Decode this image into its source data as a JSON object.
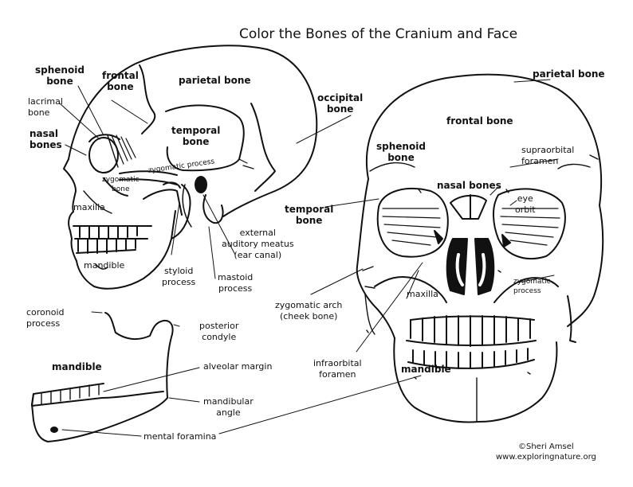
{
  "title": "Color the Bones of the Cranium and Face",
  "credit": {
    "author": "©Sheri Amsel",
    "site": "www.exploringnature.org"
  },
  "side_labels": {
    "sphenoid": [
      "sphenoid",
      "bone"
    ],
    "frontal": [
      "frontal",
      "bone"
    ],
    "parietal": "parietal bone",
    "occipital": [
      "occipital",
      "bone"
    ],
    "lacrimal": [
      "lacrimal",
      "bone"
    ],
    "nasal": [
      "nasal",
      "bones"
    ],
    "temporal": [
      "temporal",
      "bone"
    ],
    "zygomatic_process": "zygomatic process",
    "zygomatic_bone": [
      "zygomatic",
      "bone"
    ],
    "maxilla": "maxilla",
    "mandible": "mandible",
    "styloid": [
      "styloid",
      "process"
    ],
    "mastoid": [
      "mastoid",
      "process"
    ],
    "auditory": [
      "external",
      "auditory meatus",
      "(ear canal)"
    ]
  },
  "mandible_labels": {
    "coronoid": [
      "coronoid",
      "process"
    ],
    "condyle": [
      "posterior",
      "condyle"
    ],
    "mandible": "mandible",
    "alveolar": "alveolar margin",
    "angle": [
      "mandibular",
      "angle"
    ],
    "foramina": "mental foramina"
  },
  "front_labels": {
    "parietal": "parietal bone",
    "frontal": "frontal bone",
    "sphenoid": [
      "sphenoid",
      "bone"
    ],
    "supraorbital": [
      "supraorbital",
      "foramen"
    ],
    "nasal": "nasal bones",
    "eye_orbit": [
      "eye",
      "orbit"
    ],
    "temporal": [
      "temporal",
      "bone"
    ],
    "zygomatic_process": [
      "zygomatic",
      "process"
    ],
    "maxilla": "maxilla",
    "zygomatic_arch": [
      "zygomatic arch",
      "(cheek bone)"
    ],
    "infraorbital": [
      "infraorbital",
      "foramen"
    ],
    "mandible": "mandible"
  }
}
